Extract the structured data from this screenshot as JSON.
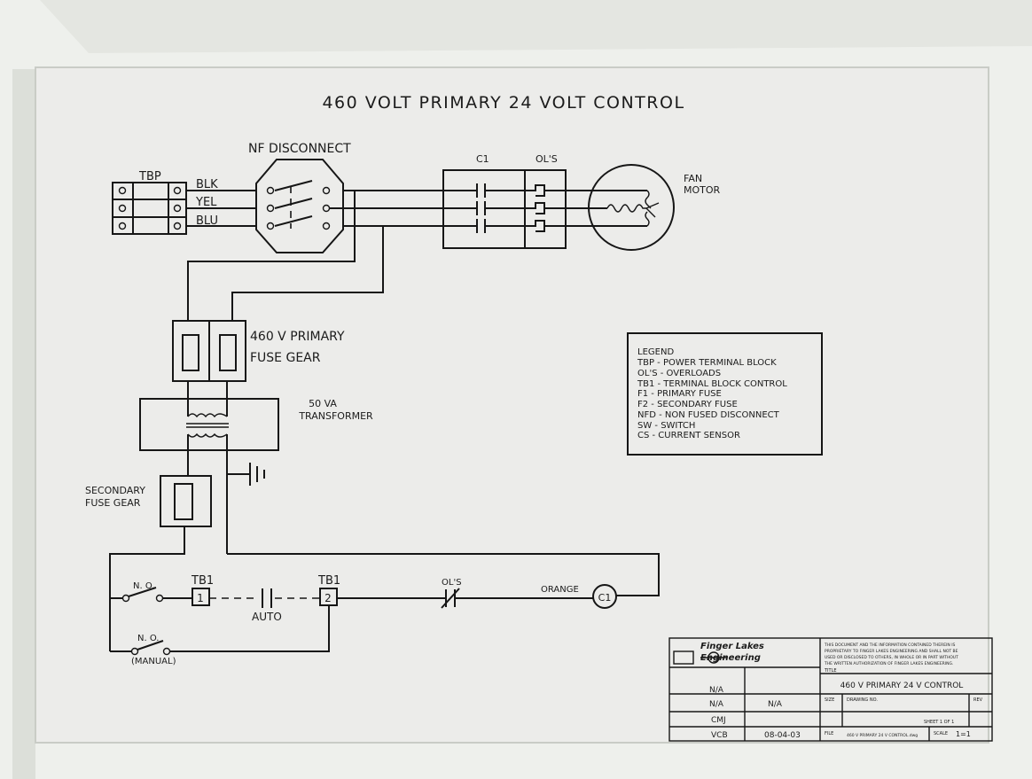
{
  "title": "460 VOLT PRIMARY 24 VOLT CONTROL",
  "labels": {
    "tbp": "TBP",
    "blk": "BLK",
    "yel": "YEL",
    "blu": "BLU",
    "nf_disconnect": "NF DISCONNECT",
    "c1": "C1",
    "ols": "OL'S",
    "fan_motor_1": "FAN",
    "fan_motor_2": "MOTOR",
    "primary_fuse_1": "460 V PRIMARY",
    "primary_fuse_2": "FUSE GEAR",
    "transformer_1": "50 VA",
    "transformer_2": "TRANSFORMER",
    "secondary_fuse_1": "SECONDARY",
    "secondary_fuse_2": "FUSE GEAR",
    "no_1": "N. O.",
    "tb1_a": "TB1",
    "tb1_a_num": "1",
    "auto": "AUTO",
    "tb1_b": "TB1",
    "tb1_b_num": "2",
    "ols_contact": "OL'S",
    "orange": "ORANGE",
    "coil": "C1",
    "no_2": "N. O.",
    "manual": "(MANUAL)"
  },
  "legend": {
    "heading": "LEGEND",
    "items": [
      "TBP - POWER TERMINAL BLOCK",
      "OL'S - OVERLOADS",
      "TB1 - TERMINAL BLOCK CONTROL",
      "F1 - PRIMARY FUSE",
      "F2 - SECONDARY FUSE",
      "NFD - NON FUSED DISCONNECT",
      "SW - SWITCH",
      "CS - CURRENT SENSOR"
    ]
  },
  "title_block": {
    "company_1": "Finger Lakes",
    "company_2": "Engineering",
    "notice_1": "THIS DOCUMENT AND THE INFORMATION CONTAINED THEREIN IS",
    "notice_2": "PROPRIETARY TO FINGER LAKES ENGINEERING AND SHALL NOT BE",
    "notice_3": "USED OR DISCLOSED TO OTHERS, IN WHOLE OR IN PART WITHOUT",
    "notice_4": "THE WRITTEN AUTHORIZATION OF FINGER LAKES ENGINEERING.",
    "title_label": "TITLE",
    "drawing_title": "460 V PRIMARY 24 V CONTROL",
    "na_1": "N/A",
    "na_2": "N/A",
    "na_3": "N/A",
    "cmj": "CMJ",
    "vcb": "VCB",
    "date": "08-04-03",
    "size_label": "SIZE",
    "drawing_no_label": "DRAWING NO.",
    "rev_label": "REV",
    "sheet": "SHEET 1  OF 1",
    "file_label": "FILE",
    "file_name": "460 V PRIMARY 24 V CONTROL.dwg",
    "scale_label": "SCALE",
    "scale_value": "1=1"
  }
}
